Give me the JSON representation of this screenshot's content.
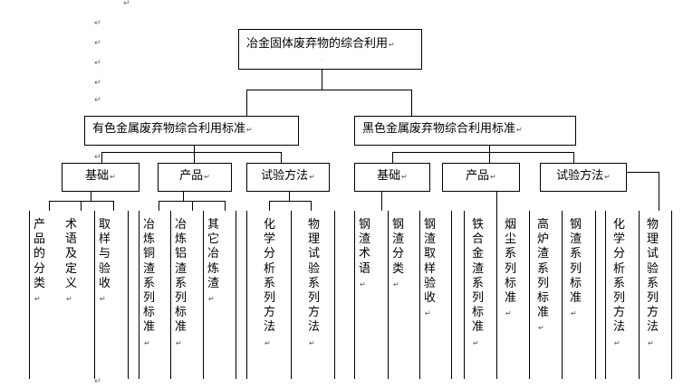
{
  "root": {
    "label": "冶金固体废弃物的综合利用"
  },
  "nonferrous": {
    "label": "有色金属废弃物综合利用标准",
    "basic": {
      "label": "基础",
      "items": [
        "产品的分类",
        "术语及定义",
        "取样与验收"
      ]
    },
    "products": {
      "label": "产品",
      "items": [
        "冶炼铜渣系列标准",
        "冶炼铝渣系列标准",
        "其它冶炼渣"
      ]
    },
    "methods": {
      "label": "试验方法",
      "items": [
        "化学分析系列方法",
        "物理试验系列方法"
      ]
    }
  },
  "ferrous": {
    "label": "黑色金属废弃物综合利用标准",
    "basic": {
      "label": "基础",
      "items": [
        "钢渣术语",
        "钢渣分类",
        "钢渣取样验收"
      ]
    },
    "products": {
      "label": "产品",
      "items": [
        "铁合金渣系列标准",
        "烟尘系列标准",
        "高炉渣系列标准",
        "钢渣系列标准"
      ]
    },
    "methods": {
      "label": "试验方法",
      "items": [
        "化学分析系列方法",
        "物理试验系列方法"
      ]
    }
  },
  "paragraph_mark": "↵"
}
